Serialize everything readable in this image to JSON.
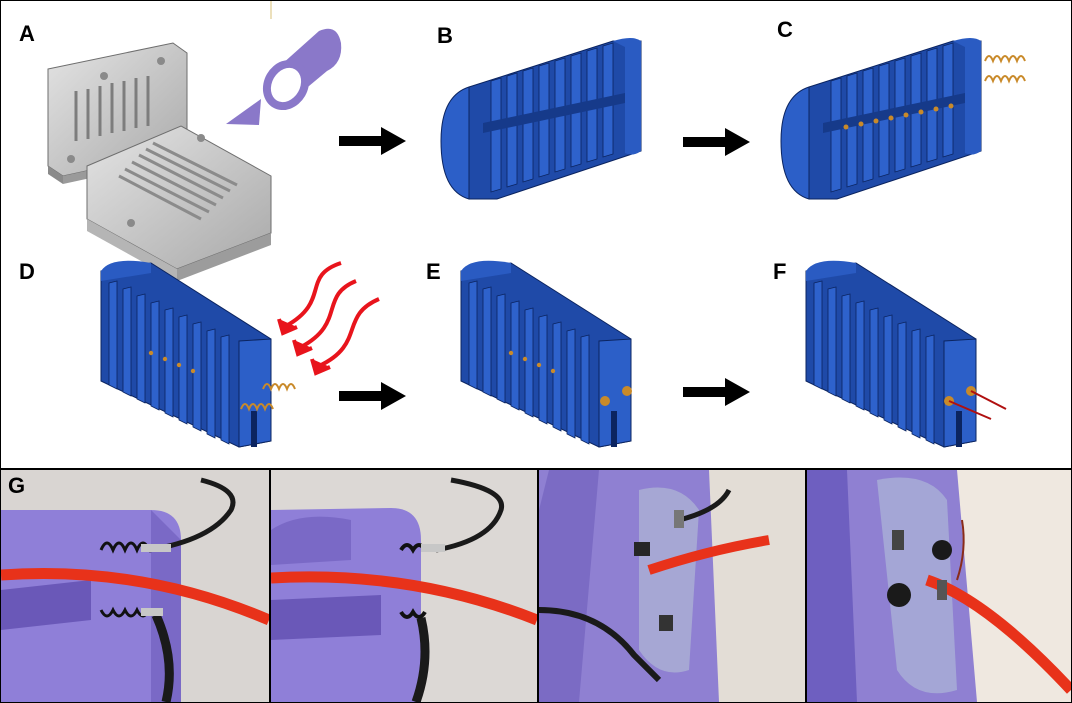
{
  "panels": {
    "a": "A",
    "b": "B",
    "c": "C",
    "d": "D",
    "e": "E",
    "f": "F",
    "g": "G"
  },
  "colors": {
    "mold_gray": "#c9c9c9",
    "part_blue": "#1f4aa8",
    "part_blue_dark": "#0f2c74",
    "filament_purple": "#8a78c9",
    "spring_copper": "#c98a2a",
    "heat_red": "#e8141c",
    "wire_red": "#e43a1e",
    "wire_black": "#1a1a1a",
    "arrow": "#000000"
  },
  "icons": [
    "mold-halves-icon",
    "filament-tube-icon",
    "blue-part-icon",
    "copper-spring-icon",
    "heat-wave-arrows-icon",
    "process-arrow-icon",
    "red-wire-icon"
  ],
  "photos": [
    "photo-coiled-wires",
    "photo-compressed-springs",
    "photo-glued-side",
    "photo-glued-closeup"
  ]
}
